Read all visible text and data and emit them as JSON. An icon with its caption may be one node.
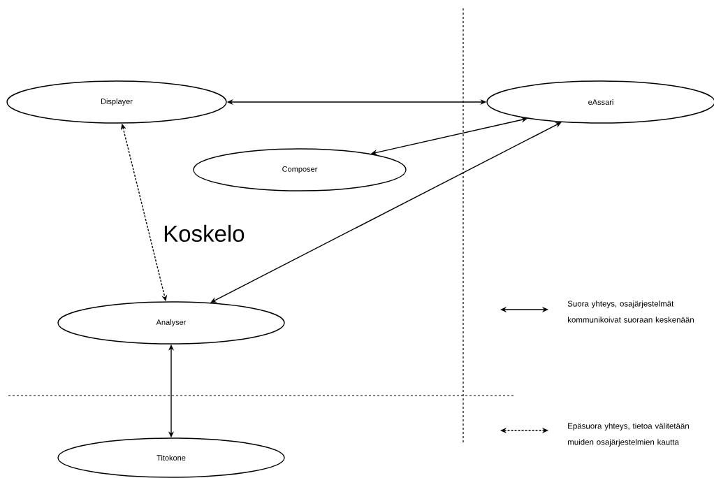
{
  "diagram": {
    "nodes": [
      {
        "text": [
          "Displayer"
        ]
      },
      {
        "text": [
          "eAssari"
        ]
      },
      {
        "text": [
          "Composer"
        ]
      },
      {
        "text": [
          "Analyser"
        ]
      },
      {
        "text": [
          "Titokone"
        ]
      }
    ],
    "edges": [
      {
        "from": 0,
        "to": 1,
        "arrow": "both"
      },
      {
        "from": 2,
        "to": 1,
        "arrow": "both"
      },
      {
        "from": 1,
        "to": 3,
        "arrow": "both"
      },
      {
        "from": 0,
        "to": 3,
        "arrow": "both",
        "style": "dashed"
      },
      {
        "from": 3,
        "to": 4,
        "arrow": "both"
      }
    ],
    "labels": [
      "Koskelo"
    ],
    "legend": [
      {
        "text": "Suora yhteys, osajärjestelmät kommunikoivat suoraan keskenään"
      },
      {
        "text": "Epäsuora yhteys, tietoa välitetään muiden osajärjestelmien kautta"
      }
    ]
  }
}
